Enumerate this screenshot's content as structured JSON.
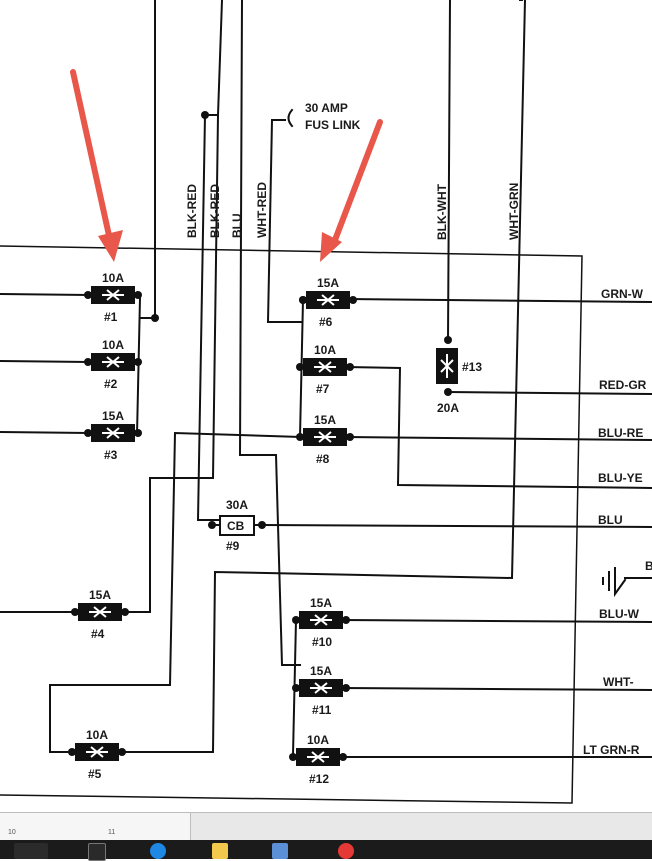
{
  "title_fuse_link": [
    "30 AMP",
    "FUS LINK"
  ],
  "wire_labels_vertical": [
    "BLK-RED",
    "BLK-RED",
    "BLU",
    "WHT-RED",
    "BLK-WHT",
    "WHT-GRN"
  ],
  "wire_labels_right": [
    "GRN-W",
    "RED-GR",
    "BLU-RE",
    "BLU-YE",
    "BLU",
    "BLU-W",
    "WHT-",
    "LT GRN-R"
  ],
  "ground_label": "B",
  "fuses": [
    {
      "num": "#1",
      "rating": "10A"
    },
    {
      "num": "#2",
      "rating": "10A"
    },
    {
      "num": "#3",
      "rating": "15A"
    },
    {
      "num": "#4",
      "rating": "15A"
    },
    {
      "num": "#5",
      "rating": "10A"
    },
    {
      "num": "#6",
      "rating": "15A"
    },
    {
      "num": "#7",
      "rating": "10A"
    },
    {
      "num": "#8",
      "rating": "15A"
    },
    {
      "num": "#10",
      "rating": "15A"
    },
    {
      "num": "#11",
      "rating": "15A"
    },
    {
      "num": "#12",
      "rating": "10A"
    }
  ],
  "fuse13": {
    "num": "#13",
    "rating": "20A"
  },
  "circuit_breaker": {
    "num": "#9",
    "rating": "30A",
    "label": "CB"
  },
  "annotation_color": "#e8574a",
  "ruler_ticks": [
    "10",
    "11"
  ]
}
